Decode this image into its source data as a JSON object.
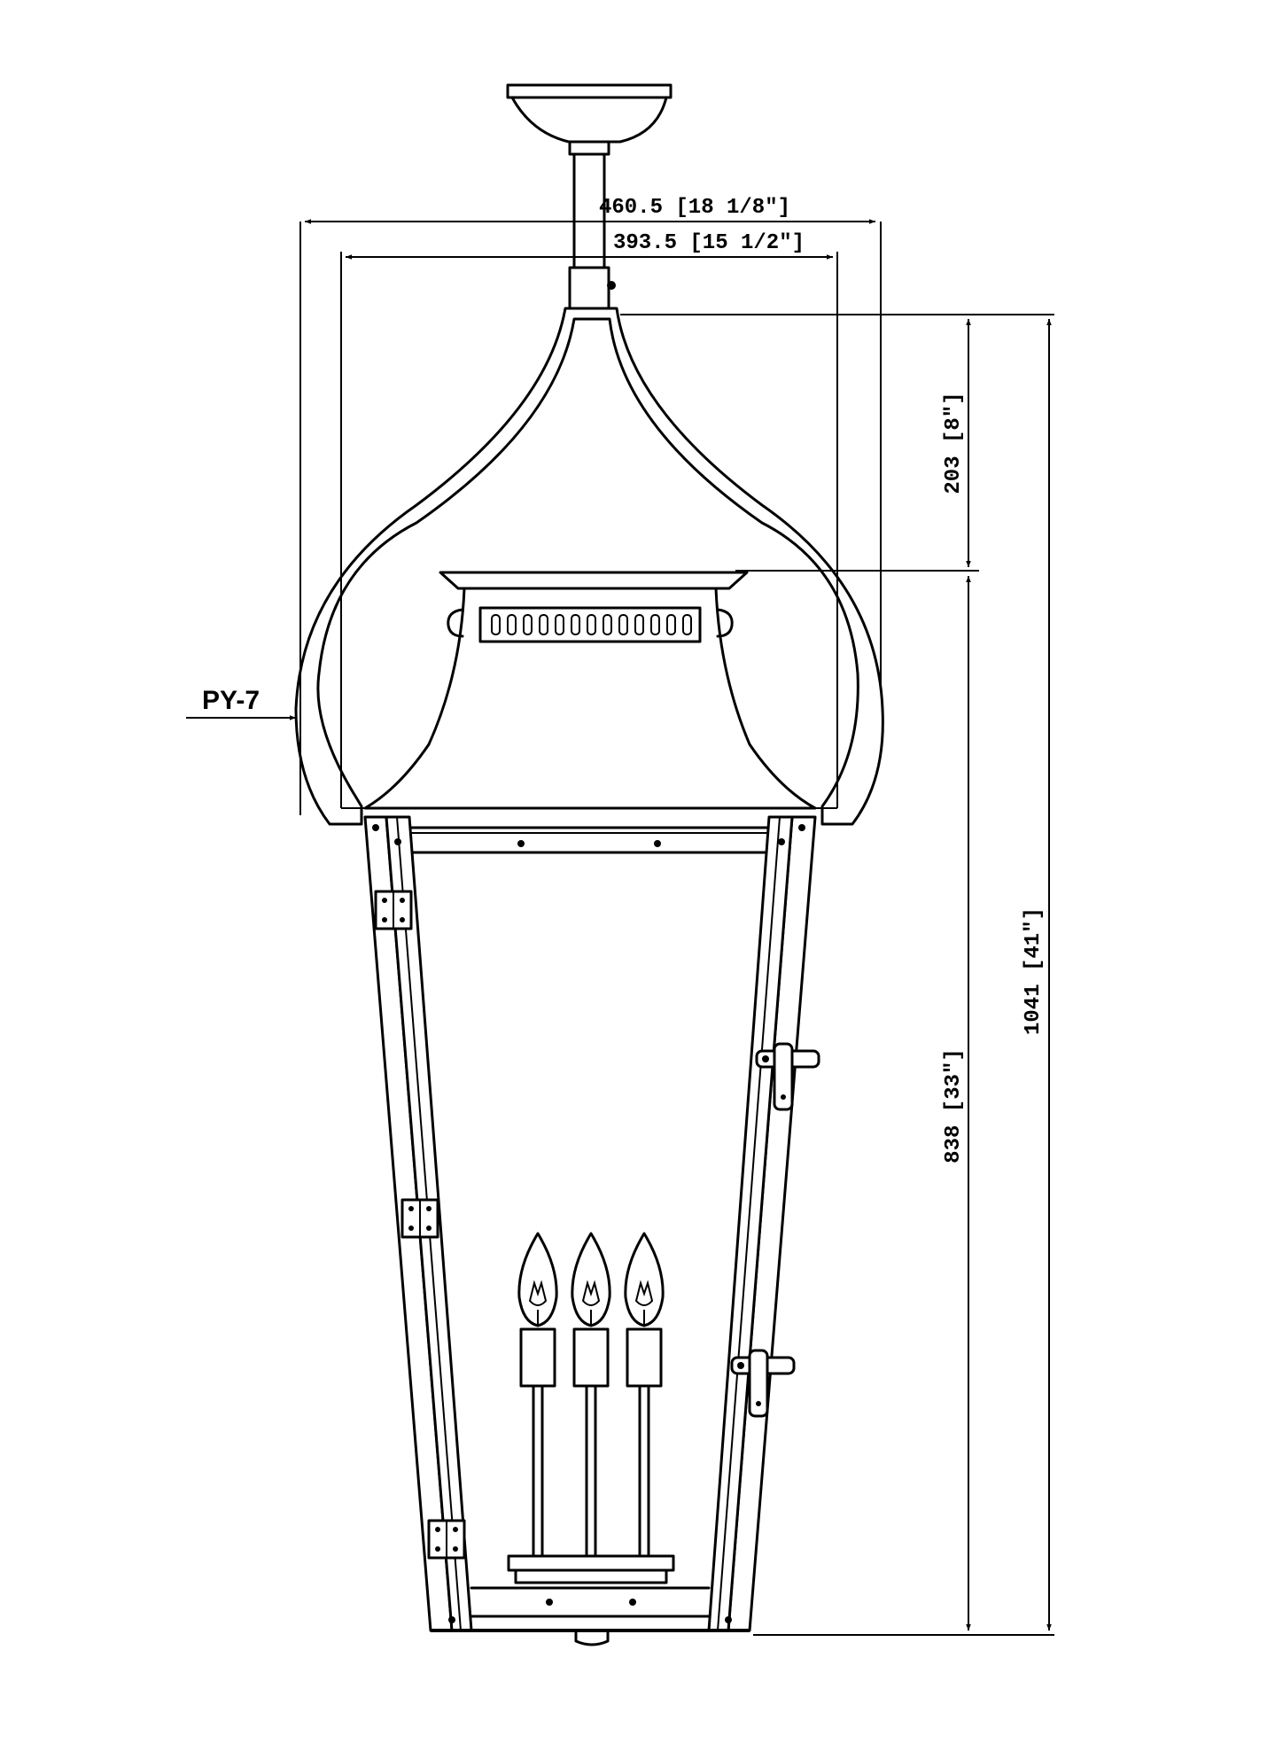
{
  "drawing": {
    "callout_label": "PY-7",
    "dimensions": {
      "overall_width": "460.5 [18 1/8\"]",
      "inner_width": "393.5 [15 1/2\"]",
      "top_height": "203 [8\"]",
      "body_height": "838 [33\"]",
      "total_height": "1041 [41\"]"
    }
  }
}
